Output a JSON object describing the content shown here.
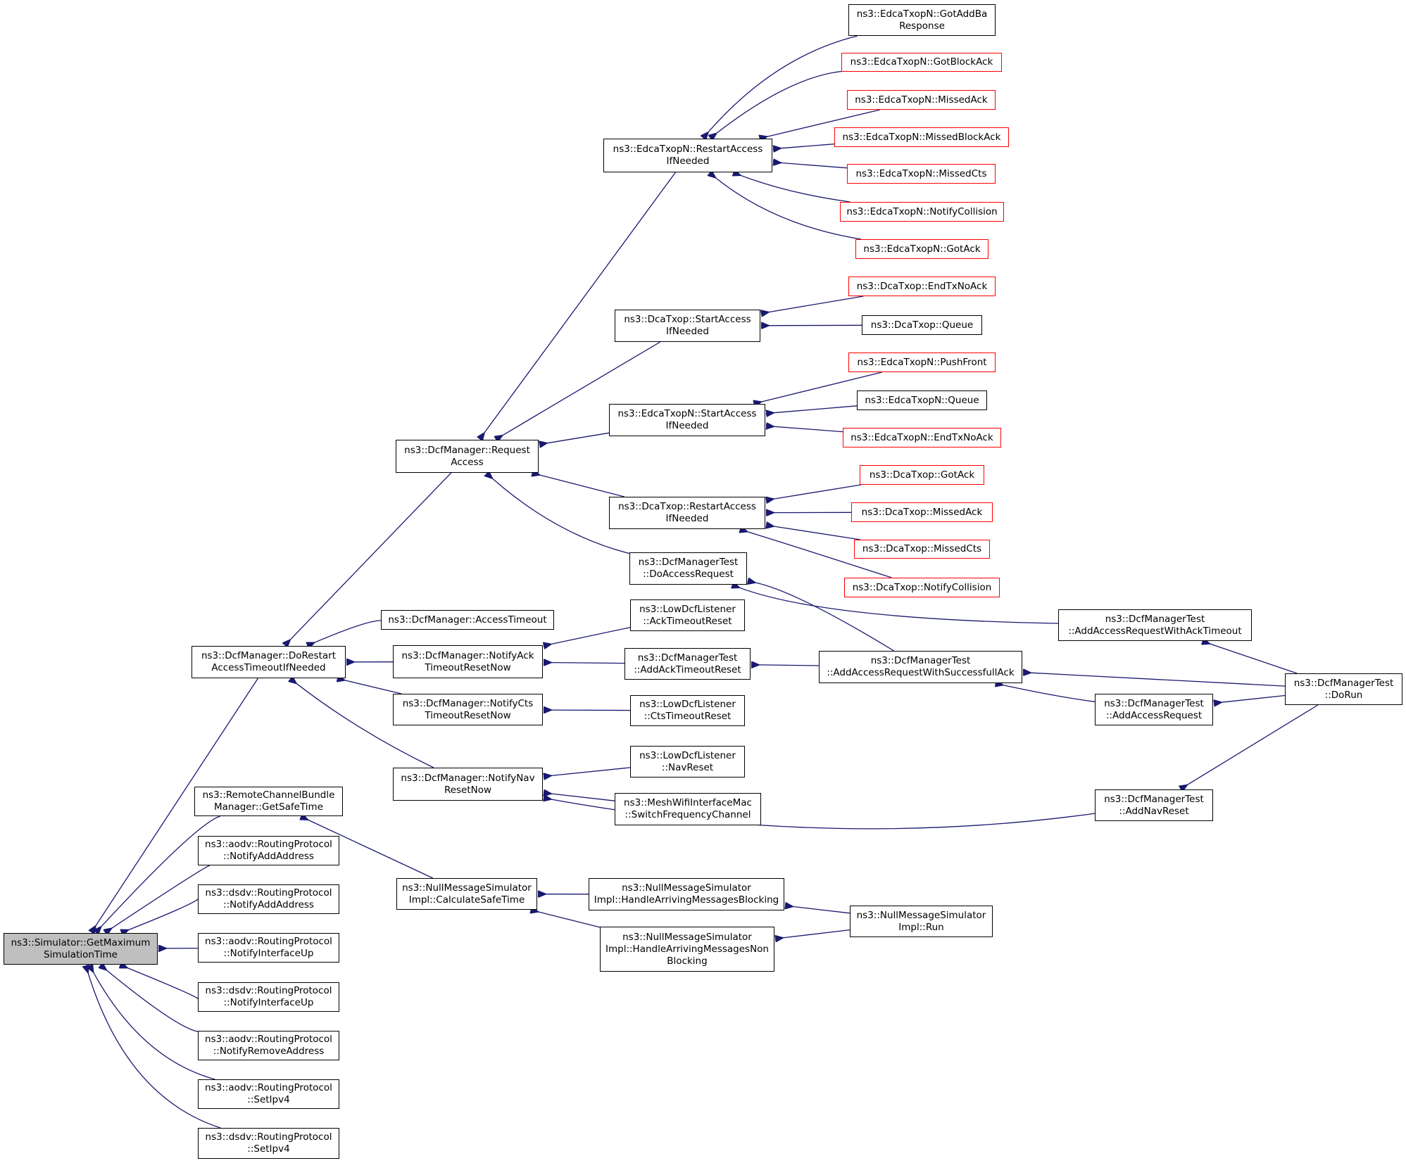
{
  "graph": {
    "colors": {
      "edge": "#191970",
      "border": "#000000",
      "truncated_border": "#ff0000",
      "root_fill": "#bfbfbf",
      "fill": "#ffffff"
    },
    "nodes": [
      {
        "id": "root",
        "lines": [
          "ns3::Simulator::GetMaximum",
          "SimulationTime"
        ],
        "style": "root"
      },
      {
        "id": "restart_to",
        "lines": [
          "ns3::DcfManager::DoRestart",
          "AccessTimeoutIfNeeded"
        ],
        "style": "normal"
      },
      {
        "id": "remote",
        "lines": [
          "ns3::RemoteChannelBundle",
          "Manager::GetSafeTime"
        ],
        "style": "normal"
      },
      {
        "id": "aodv_addaddr",
        "lines": [
          "ns3::aodv::RoutingProtocol",
          "::NotifyAddAddress"
        ],
        "style": "normal"
      },
      {
        "id": "dsdv_addaddr",
        "lines": [
          "ns3::dsdv::RoutingProtocol",
          "::NotifyAddAddress"
        ],
        "style": "normal"
      },
      {
        "id": "aodv_ifup",
        "lines": [
          "ns3::aodv::RoutingProtocol",
          "::NotifyInterfaceUp"
        ],
        "style": "normal"
      },
      {
        "id": "dsdv_ifup",
        "lines": [
          "ns3::dsdv::RoutingProtocol",
          "::NotifyInterfaceUp"
        ],
        "style": "normal"
      },
      {
        "id": "aodv_remaddr",
        "lines": [
          "ns3::aodv::RoutingProtocol",
          "::NotifyRemoveAddress"
        ],
        "style": "normal"
      },
      {
        "id": "aodv_setipv4",
        "lines": [
          "ns3::aodv::RoutingProtocol",
          "::SetIpv4"
        ],
        "style": "normal"
      },
      {
        "id": "dsdv_setipv4",
        "lines": [
          "ns3::dsdv::RoutingProtocol",
          "::SetIpv4"
        ],
        "style": "normal"
      },
      {
        "id": "req_access",
        "lines": [
          "ns3::DcfManager::Request",
          "Access"
        ],
        "style": "normal"
      },
      {
        "id": "access_timeout",
        "lines": [
          "ns3::DcfManager::AccessTimeout"
        ],
        "style": "normal"
      },
      {
        "id": "notify_ack",
        "lines": [
          "ns3::DcfManager::NotifyAck",
          "TimeoutResetNow"
        ],
        "style": "normal"
      },
      {
        "id": "notify_cts",
        "lines": [
          "ns3::DcfManager::NotifyCts",
          "TimeoutResetNow"
        ],
        "style": "normal"
      },
      {
        "id": "notify_nav",
        "lines": [
          "ns3::DcfManager::NotifyNav",
          "ResetNow"
        ],
        "style": "normal"
      },
      {
        "id": "calc_safe",
        "lines": [
          "ns3::NullMessageSimulator",
          "Impl::CalculateSafeTime"
        ],
        "style": "normal"
      },
      {
        "id": "edca_restart",
        "lines": [
          "ns3::EdcaTxopN::RestartAccess",
          "IfNeeded"
        ],
        "style": "normal"
      },
      {
        "id": "dca_start",
        "lines": [
          "ns3::DcaTxop::StartAccess",
          "IfNeeded"
        ],
        "style": "normal"
      },
      {
        "id": "edca_start",
        "lines": [
          "ns3::EdcaTxopN::StartAccess",
          "IfNeeded"
        ],
        "style": "normal"
      },
      {
        "id": "dca_restart",
        "lines": [
          "ns3::DcaTxop::RestartAccess",
          "IfNeeded"
        ],
        "style": "normal"
      },
      {
        "id": "do_access_req",
        "lines": [
          "ns3::DcfManagerTest",
          "::DoAccessRequest"
        ],
        "style": "normal"
      },
      {
        "id": "ack_timeout_reset",
        "lines": [
          "ns3::LowDcfListener",
          "::AckTimeoutReset"
        ],
        "style": "normal"
      },
      {
        "id": "add_ack_timeout_reset",
        "lines": [
          "ns3::DcfManagerTest",
          "::AddAckTimeoutReset"
        ],
        "style": "normal"
      },
      {
        "id": "cts_timeout_reset",
        "lines": [
          "ns3::LowDcfListener",
          "::CtsTimeoutReset"
        ],
        "style": "normal"
      },
      {
        "id": "nav_reset",
        "lines": [
          "ns3::LowDcfListener",
          "::NavReset"
        ],
        "style": "normal"
      },
      {
        "id": "mesh_switch",
        "lines": [
          "ns3::MeshWifiInterfaceMac",
          "::SwitchFrequencyChannel"
        ],
        "style": "normal"
      },
      {
        "id": "handle_blocking",
        "lines": [
          "ns3::NullMessageSimulator",
          "Impl::HandleArrivingMessagesBlocking"
        ],
        "style": "normal"
      },
      {
        "id": "handle_nonblocking",
        "lines": [
          "ns3::NullMessageSimulator",
          "Impl::HandleArrivingMessagesNon",
          "Blocking"
        ],
        "style": "normal"
      },
      {
        "id": "edca_gotaddba",
        "lines": [
          "ns3::EdcaTxopN::GotAddBa",
          "Response"
        ],
        "style": "normal"
      },
      {
        "id": "edca_gotblockack",
        "lines": [
          "ns3::EdcaTxopN::GotBlockAck"
        ],
        "style": "truncated"
      },
      {
        "id": "edca_missedack",
        "lines": [
          "ns3::EdcaTxopN::MissedAck"
        ],
        "style": "truncated"
      },
      {
        "id": "edca_missedblockack",
        "lines": [
          "ns3::EdcaTxopN::MissedBlockAck"
        ],
        "style": "truncated"
      },
      {
        "id": "edca_missedcts",
        "lines": [
          "ns3::EdcaTxopN::MissedCts"
        ],
        "style": "truncated"
      },
      {
        "id": "edca_notifycollision",
        "lines": [
          "ns3::EdcaTxopN::NotifyCollision"
        ],
        "style": "truncated"
      },
      {
        "id": "edca_gotack",
        "lines": [
          "ns3::EdcaTxopN::GotAck"
        ],
        "style": "truncated"
      },
      {
        "id": "dca_endtxnoack",
        "lines": [
          "ns3::DcaTxop::EndTxNoAck"
        ],
        "style": "truncated"
      },
      {
        "id": "dca_queue",
        "lines": [
          "ns3::DcaTxop::Queue"
        ],
        "style": "normal"
      },
      {
        "id": "edca_pushfront",
        "lines": [
          "ns3::EdcaTxopN::PushFront"
        ],
        "style": "truncated"
      },
      {
        "id": "edca_queue",
        "lines": [
          "ns3::EdcaTxopN::Queue"
        ],
        "style": "normal"
      },
      {
        "id": "edca_endtxnoack",
        "lines": [
          "ns3::EdcaTxopN::EndTxNoAck"
        ],
        "style": "truncated"
      },
      {
        "id": "dca_gotack",
        "lines": [
          "ns3::DcaTxop::GotAck"
        ],
        "style": "truncated"
      },
      {
        "id": "dca_missedack",
        "lines": [
          "ns3::DcaTxop::MissedAck"
        ],
        "style": "truncated"
      },
      {
        "id": "dca_missedcts",
        "lines": [
          "ns3::DcaTxop::MissedCts"
        ],
        "style": "truncated"
      },
      {
        "id": "dca_notifycollision",
        "lines": [
          "ns3::DcaTxop::NotifyCollision"
        ],
        "style": "truncated"
      },
      {
        "id": "add_req_success",
        "lines": [
          "ns3::DcfManagerTest",
          "::AddAccessRequestWithSuccessfullAck"
        ],
        "style": "normal"
      },
      {
        "id": "add_req_acktimeout",
        "lines": [
          "ns3::DcfManagerTest",
          "::AddAccessRequestWithAckTimeout"
        ],
        "style": "normal"
      },
      {
        "id": "add_access_req",
        "lines": [
          "ns3::DcfManagerTest",
          "::AddAccessRequest"
        ],
        "style": "normal"
      },
      {
        "id": "do_run",
        "lines": [
          "ns3::DcfManagerTest",
          "::DoRun"
        ],
        "style": "normal"
      },
      {
        "id": "add_nav_reset",
        "lines": [
          "ns3::DcfManagerTest",
          "::AddNavReset"
        ],
        "style": "normal"
      },
      {
        "id": "null_run",
        "lines": [
          "ns3::NullMessageSimulator",
          "Impl::Run"
        ],
        "style": "normal"
      }
    ],
    "edges": [
      {
        "to": "root",
        "from": "restart_to"
      },
      {
        "to": "root",
        "from": "remote"
      },
      {
        "to": "root",
        "from": "aodv_addaddr"
      },
      {
        "to": "root",
        "from": "dsdv_addaddr"
      },
      {
        "to": "root",
        "from": "aodv_ifup"
      },
      {
        "to": "root",
        "from": "dsdv_ifup"
      },
      {
        "to": "root",
        "from": "aodv_remaddr"
      },
      {
        "to": "root",
        "from": "aodv_setipv4"
      },
      {
        "to": "root",
        "from": "dsdv_setipv4"
      },
      {
        "to": "restart_to",
        "from": "req_access"
      },
      {
        "to": "restart_to",
        "from": "access_timeout"
      },
      {
        "to": "restart_to",
        "from": "notify_ack"
      },
      {
        "to": "restart_to",
        "from": "notify_cts"
      },
      {
        "to": "restart_to",
        "from": "notify_nav"
      },
      {
        "to": "remote",
        "from": "calc_safe"
      },
      {
        "to": "req_access",
        "from": "edca_restart"
      },
      {
        "to": "req_access",
        "from": "dca_start"
      },
      {
        "to": "req_access",
        "from": "edca_start"
      },
      {
        "to": "req_access",
        "from": "dca_restart"
      },
      {
        "to": "req_access",
        "from": "do_access_req"
      },
      {
        "to": "notify_ack",
        "from": "ack_timeout_reset"
      },
      {
        "to": "notify_ack",
        "from": "add_ack_timeout_reset"
      },
      {
        "to": "notify_cts",
        "from": "cts_timeout_reset"
      },
      {
        "to": "notify_nav",
        "from": "nav_reset"
      },
      {
        "to": "notify_nav",
        "from": "mesh_switch"
      },
      {
        "to": "notify_nav",
        "from": "add_nav_reset"
      },
      {
        "to": "calc_safe",
        "from": "handle_blocking"
      },
      {
        "to": "calc_safe",
        "from": "handle_nonblocking"
      },
      {
        "to": "edca_restart",
        "from": "edca_gotaddba"
      },
      {
        "to": "edca_restart",
        "from": "edca_gotblockack"
      },
      {
        "to": "edca_restart",
        "from": "edca_missedack"
      },
      {
        "to": "edca_restart",
        "from": "edca_missedblockack"
      },
      {
        "to": "edca_restart",
        "from": "edca_missedcts"
      },
      {
        "to": "edca_restart",
        "from": "edca_notifycollision"
      },
      {
        "to": "edca_restart",
        "from": "edca_gotack"
      },
      {
        "to": "dca_start",
        "from": "dca_endtxnoack"
      },
      {
        "to": "dca_start",
        "from": "dca_queue"
      },
      {
        "to": "edca_start",
        "from": "edca_pushfront"
      },
      {
        "to": "edca_start",
        "from": "edca_queue"
      },
      {
        "to": "edca_start",
        "from": "edca_endtxnoack"
      },
      {
        "to": "dca_restart",
        "from": "dca_gotack"
      },
      {
        "to": "dca_restart",
        "from": "dca_missedack"
      },
      {
        "to": "dca_restart",
        "from": "dca_missedcts"
      },
      {
        "to": "dca_restart",
        "from": "dca_notifycollision"
      },
      {
        "to": "do_access_req",
        "from": "add_req_success"
      },
      {
        "to": "do_access_req",
        "from": "add_req_acktimeout"
      },
      {
        "to": "add_ack_timeout_reset",
        "from": "add_req_success"
      },
      {
        "to": "add_req_success",
        "from": "add_access_req"
      },
      {
        "to": "add_req_success",
        "from": "do_run"
      },
      {
        "to": "add_req_acktimeout",
        "from": "do_run"
      },
      {
        "to": "add_access_req",
        "from": "do_run"
      },
      {
        "to": "add_nav_reset",
        "from": "do_run"
      },
      {
        "to": "handle_blocking",
        "from": "null_run"
      },
      {
        "to": "handle_nonblocking",
        "from": "null_run"
      }
    ]
  }
}
